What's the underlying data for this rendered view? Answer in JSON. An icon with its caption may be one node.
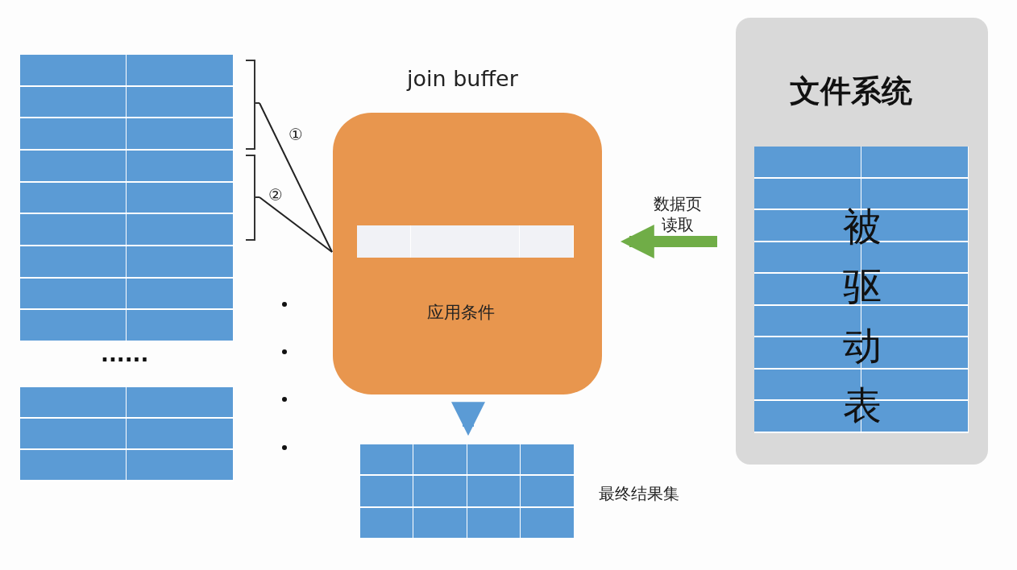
{
  "diagram": {
    "nodes": [
      {
        "text": [],
        "shape": "box"
      },
      {
        "text": [],
        "shape": "box"
      },
      {
        "text": [
          "join buffer",
          "应用条件"
        ]
      },
      {
        "text": [],
        "shape": "box",
        "in": 2
      },
      {
        "text": [
          "文件系统"
        ]
      },
      {
        "text": [
          "被驱动表"
        ],
        "in": 4
      },
      {
        "text": [],
        "shape": "box",
        "beside": [
          "最终结果集"
        ]
      }
    ],
    "edges": [
      {
        "from": 0,
        "to": 3,
        "arrow": "none",
        "label": "①"
      },
      {
        "from": 0,
        "to": 3,
        "arrow": "none",
        "label": "②"
      },
      {
        "from": 5,
        "to": 2,
        "arrow": "to",
        "label": "数据页读取",
        "style": "thick",
        "color": "#70ad47"
      },
      {
        "from": 2,
        "to": 6,
        "arrow": "to",
        "style": "thick",
        "color": "#5b9bd5"
      }
    ],
    "labels": [
      "......"
    ]
  }
}
